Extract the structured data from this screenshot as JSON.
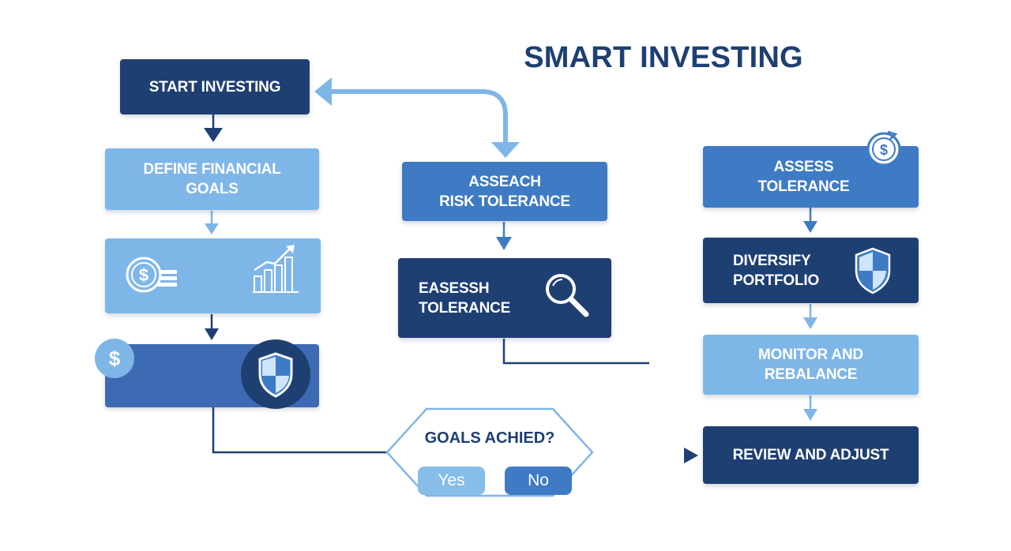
{
  "title": "SMART INVESTING",
  "nodes": {
    "start": "START INVESTING",
    "define_goals": [
      "DEFINE FINANCIAL",
      "GOALS"
    ],
    "research_risk": [
      "ASSEACH",
      "RISK TOLERANCE"
    ],
    "easessh": [
      "EASESSH",
      "TOLERANCE"
    ],
    "assess_tolerance": [
      "ASSESS",
      "TOLERANCE"
    ],
    "diversify": [
      "DIVERSIFY",
      "PORTFOLIO"
    ],
    "monitor": [
      "MONITOR AND",
      "REBALANCE"
    ],
    "review": "REVIEW AND ADJUST"
  },
  "decision": {
    "question": "GOALS ACHIED?",
    "yes": "Yes",
    "no": "No"
  },
  "icons": [
    "dollar-coins-icon",
    "bar-chart-growth-icon",
    "dollar-badge-icon",
    "shield-icon",
    "magnifier-icon",
    "dollar-refresh-badge-icon"
  ],
  "colors": {
    "navy": "#1e3f72",
    "mid": "#3e7bc4",
    "light": "#7fb6e8",
    "arrow_light": "#6aaae6"
  }
}
